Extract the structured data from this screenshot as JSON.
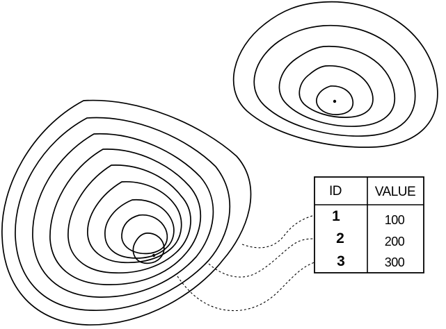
{
  "table": {
    "headers": {
      "id": "ID",
      "value": "VALUE"
    },
    "rows": [
      {
        "id": "1",
        "value": "100"
      },
      {
        "id": "2",
        "value": "200"
      },
      {
        "id": "3",
        "value": "300"
      }
    ]
  },
  "colors": {
    "ink": "#000000",
    "paper": "#ffffff"
  }
}
